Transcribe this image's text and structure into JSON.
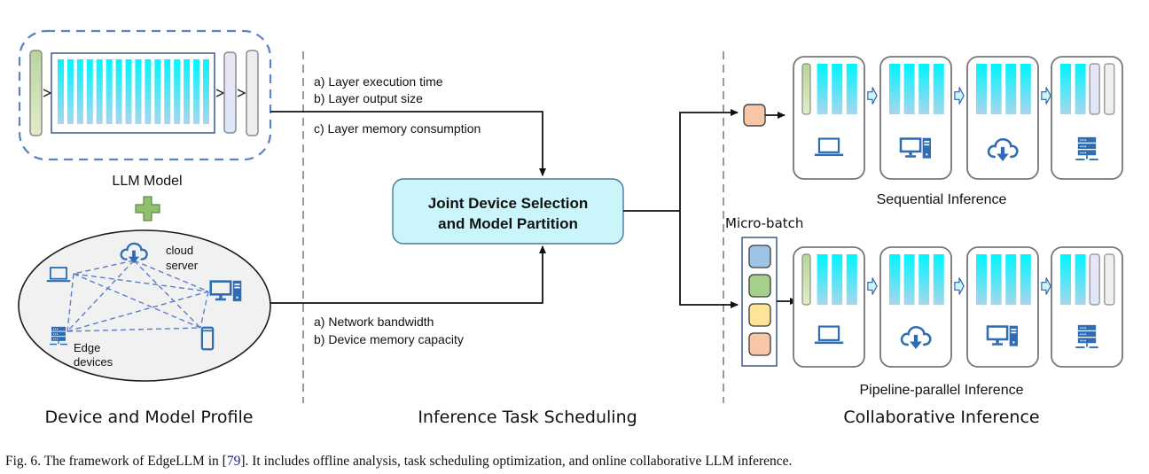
{
  "figure": {
    "caption_prefix": "Fig. 6.  The framework of EdgeLLM in [",
    "caption_ref": "79",
    "caption_suffix": "]. It includes offline analysis, task scheduling optimization, and online collaborative LLM inference."
  },
  "sections": {
    "profile": "Device and Model Profile",
    "scheduling": "Inference Task Scheduling",
    "collaborative": "Collaborative Inference"
  },
  "profile": {
    "model_label": "LLM Model",
    "cloud_label_line1": "cloud",
    "cloud_label_line2": "server",
    "edge_label_line1": "Edge",
    "edge_label_line2": "devices",
    "transformer_layer_count": 16
  },
  "scheduling": {
    "model_inputs": [
      "a)  Layer execution time",
      "b)  Layer output size",
      "c) Layer memory consumption"
    ],
    "device_inputs": [
      "a)  Network bandwidth",
      "b)  Device memory capacity"
    ],
    "core_line1": "Joint Device Selection",
    "core_line2": "and Model Partition"
  },
  "collaborative": {
    "sequential_label": "Sequential Inference",
    "pipeline_label": "Pipeline-parallel Inference",
    "microbatch_label": "Micro-batch",
    "sequential_devices": [
      "laptop-icon",
      "desktop-icon",
      "cloud-download-icon",
      "server-icon"
    ],
    "pipeline_devices": [
      "laptop-icon",
      "cloud-download-icon",
      "desktop-icon",
      "server-icon"
    ]
  },
  "colors": {
    "layer_top": "#00ffff",
    "layer_bottom": "#a9d8ee",
    "icon_blue": "#2e6db3",
    "core_fill": "#c9f5fb",
    "embed_green": "#c7deb0",
    "norm_purple": "#e4e0f3",
    "head_gray": "#ededed",
    "batch_colors": [
      "#9fc3e7",
      "#a6cf8c",
      "#fde496",
      "#f6c6a6"
    ]
  }
}
